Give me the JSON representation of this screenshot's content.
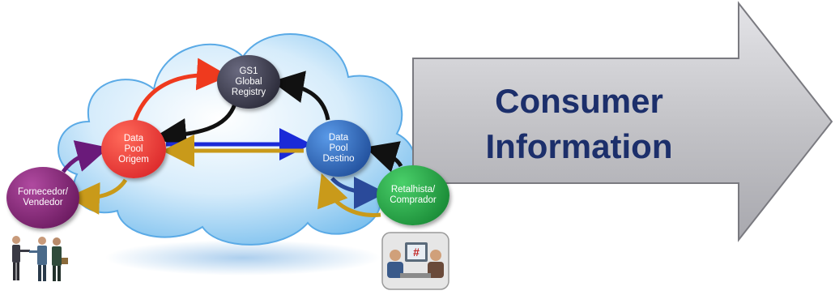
{
  "nodes": {
    "gs1": {
      "label": "GS1\nGlobal\nRegistry",
      "color": "#2a2a3a"
    },
    "pool_origem": {
      "label": "Data\nPool\nOrigem",
      "color": "#e8242a"
    },
    "pool_destino": {
      "label": "Data\nPool\nDestino",
      "color": "#1e5aa8"
    },
    "fornecedor": {
      "label": "Fornecedor/\nVendedor",
      "color": "#7a1a6a"
    },
    "retalhista": {
      "label": "Retalhista/\nComprador",
      "color": "#1c9a3a"
    }
  },
  "big_arrow": {
    "line1": "Consumer",
    "line2": "Information",
    "fill": "#c8c8cc",
    "text_color": "#1c2f6b"
  },
  "arrow_colors": {
    "red": "#ef3a1e",
    "black": "#111111",
    "blue": "#1a2ad8",
    "gold": "#c99a1a",
    "purple": "#6a1a7a",
    "navy": "#2a4a9a"
  }
}
